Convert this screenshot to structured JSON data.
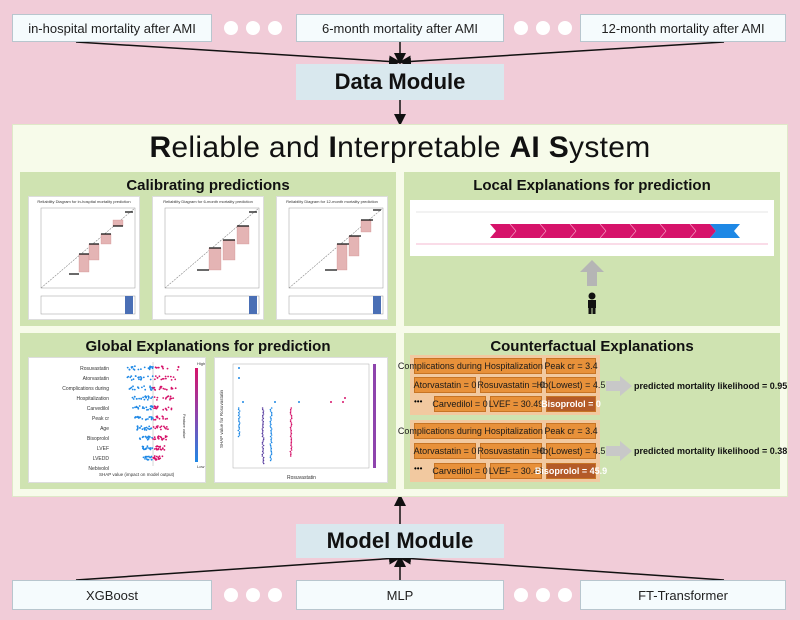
{
  "outcomes": [
    "in-hospital mortality after AMI",
    "6-month mortality after AMI",
    "12-month mortality after AMI"
  ],
  "data_module": "Data Module",
  "model_module": "Model Module",
  "models": [
    "XGBoost",
    "MLP",
    "FT-Transformer"
  ],
  "system_title": {
    "p1b": "R",
    "p1": "eliable and ",
    "p2b": "I",
    "p2": "nterpretable ",
    "p3b": "AI",
    "p3": " ",
    "p4b": "S",
    "p4": "ystem"
  },
  "panels": {
    "calibrating": "Calibrating predictions",
    "local": "Local Explanations for prediction",
    "global": "Global Explanations for prediction",
    "counterfactual": "Counterfactual Explanations"
  },
  "calib_plots": [
    "Reliability Diagram for in-hospital mortality prediction",
    "Reliability Diagram for 6-month mortality prediction",
    "Reliability Diagram for 12-month mortality prediction"
  ],
  "shap_features": [
    "Rosuvastatin",
    "Atorvastatin",
    "Complications during Hospitalization",
    "Carvedilol",
    "Peak cr",
    "Age",
    "Bisoprolol",
    "LVEF",
    "LVEDD",
    "Nebivolol"
  ],
  "shap_xlabel": "SHAP value (impact on model output)",
  "shap_high": "High",
  "shap_low": "Low",
  "shap_feature_value": "Feature value",
  "dep_xlabel": "Rosuvastatin",
  "dep_ylabel": "SHAP value for Rosuvastatin",
  "counterfactual": {
    "groups": [
      {
        "rows": [
          [
            "Complications during Hospitalization = 1",
            "Peak cr = 3.4"
          ],
          [
            "Atorvastatin = 0",
            "Rosuvastatin = 0",
            "Hb(Lowest) = 4.5"
          ],
          [
            "Carvedilol = 0",
            "LVEF = 30.49",
            "Bisoprolol = 0"
          ]
        ],
        "prediction": "predicted mortality likelihood = 0.95"
      },
      {
        "rows": [
          [
            "Complications during Hospitalization = 1",
            "Peak cr = 3.4"
          ],
          [
            "Atorvastatin = 0",
            "Rosuvastatin = 0",
            "Hb(Lowest) = 4.5"
          ],
          [
            "Carvedilol = 0",
            "LVEF = 30.49",
            "Bisoprolol = 45.9"
          ]
        ],
        "prediction": "predicted mortality likelihood = 0.38"
      }
    ],
    "ellipsis": "•••"
  },
  "colors": {
    "background": "#f1ccd8",
    "module": "#d9e8ee",
    "panel": "#cfe3b1",
    "system": "#f7fbea",
    "orange": "#e8913a",
    "dark_orange": "#b45b28",
    "shap_red": "#d6136a",
    "shap_blue": "#1e88e5"
  }
}
